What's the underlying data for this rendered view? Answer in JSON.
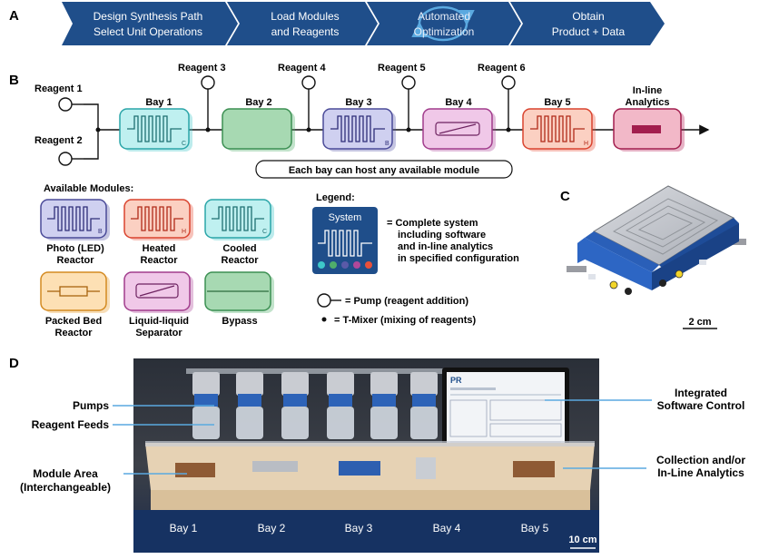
{
  "panels": {
    "a": "A",
    "b": "B",
    "c": "C",
    "d": "D"
  },
  "workflow_steps": [
    {
      "line1": "Design Synthesis Path",
      "line2": "Select Unit Operations"
    },
    {
      "line1": "Load Modules",
      "line2": "and Reagents"
    },
    {
      "line1": "Automated",
      "line2": "Optimization"
    },
    {
      "line1": "Obtain",
      "line2": "Product + Data"
    }
  ],
  "reagents": {
    "r1": "Reagent 1",
    "r2": "Reagent 2",
    "r3": "Reagent 3",
    "r4": "Reagent 4",
    "r5": "Reagent 5",
    "r6": "Reagent 6"
  },
  "bays": [
    "Bay 1",
    "Bay 2",
    "Bay 3",
    "Bay 4",
    "Bay 5"
  ],
  "inline_analytics": {
    "line1": "In-line",
    "line2": "Analytics"
  },
  "bay_module_letters": {
    "bay1": "C",
    "bay3": "B",
    "bay5": "H"
  },
  "bay_note": "Each bay can host any available module",
  "available_modules": {
    "title": "Available Modules:",
    "items": [
      {
        "line1": "Photo (LED)",
        "line2": "Reactor",
        "letter": "B"
      },
      {
        "line1": "Heated",
        "line2": "Reactor",
        "letter": "H"
      },
      {
        "line1": "Cooled",
        "line2": "Reactor",
        "letter": "C"
      },
      {
        "line1": "Packed Bed",
        "line2": "Reactor",
        "letter": ""
      },
      {
        "line1": "Liquid-liquid",
        "line2": "Separator",
        "letter": ""
      },
      {
        "line1": "Bypass",
        "line2": "",
        "letter": ""
      }
    ]
  },
  "legend": {
    "title": "Legend:",
    "system_label": "System",
    "description": [
      "= Complete system",
      "including software",
      "and in-line analytics",
      "in specified configuration"
    ],
    "pump_text": "= Pump (reagent addition)",
    "mixer_text": "= T-Mixer (mixing of reagents)"
  },
  "scale_c": "2 cm",
  "photo_d": {
    "labels_left": {
      "pumps": "Pumps",
      "reagent_feeds": "Reagent Feeds",
      "module_area_1": "Module Area",
      "module_area_2": "(Interchangeable)"
    },
    "labels_right": {
      "software_1": "Integrated",
      "software_2": "Software Control",
      "collection_1": "Collection and/or",
      "collection_2": "In-Line Analytics"
    },
    "bays": [
      "Bay 1",
      "Bay 2",
      "Bay 3",
      "Bay 4",
      "Bay 5"
    ],
    "scale": "10 cm",
    "screen_logo": "PR"
  },
  "colors": {
    "arrow_blue": "#1f4e8a",
    "cooled": "#3ec7c9",
    "bypass": "#4fae6b",
    "photo": "#5a5aa8",
    "separator": "#b0489a",
    "heated": "#e8503a",
    "analytics": "#b8235a",
    "packed": "#e8a035"
  }
}
